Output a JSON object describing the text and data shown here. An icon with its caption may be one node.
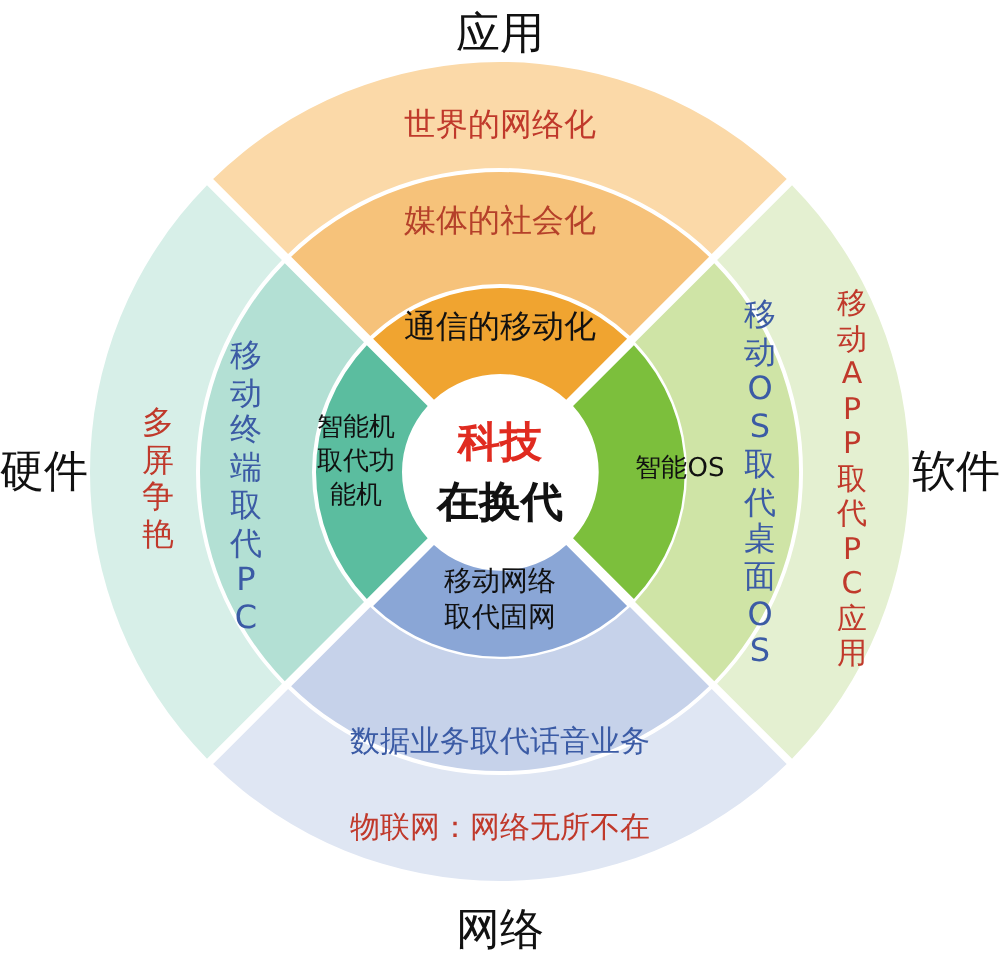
{
  "diagram": {
    "nodes": [
      {
        "text": [
          "世界的网络化"
        ]
      },
      {
        "text": [
          "媒体的社会化"
        ]
      },
      {
        "text": [
          "通信的移动化"
        ]
      },
      {
        "text": [
          "多屏争艳"
        ]
      },
      {
        "text": [
          "移动终端取代PC"
        ]
      },
      {
        "text": [
          "智能机取代功能机"
        ]
      },
      {
        "text": [
          "科技",
          "在换代"
        ]
      },
      {
        "text": [
          "智能OS"
        ]
      },
      {
        "text": [
          "移动OS取代桌面OS"
        ]
      },
      {
        "text": [
          "移动APP取代PC应用"
        ]
      },
      {
        "text": [
          "移动网络取代固网"
        ]
      },
      {
        "text": [
          "数据业务取代话音业务"
        ]
      },
      {
        "text": [
          "物联网：网络无所不在"
        ]
      }
    ],
    "labels": [
      "应用",
      "硬件",
      "软件",
      "网络"
    ]
  }
}
